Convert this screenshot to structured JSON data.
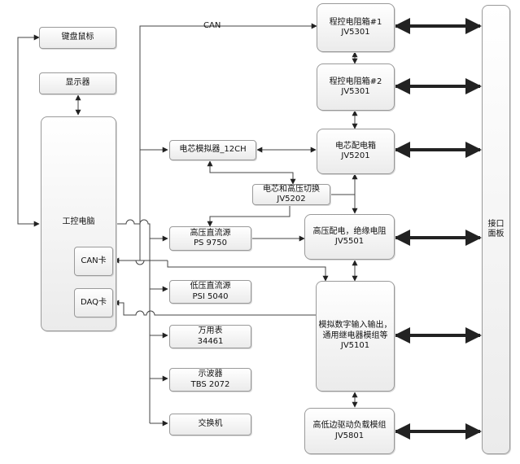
{
  "nodes": {
    "keyboard_mouse": {
      "line1": "键盘鼠标"
    },
    "display": {
      "line1": "显示器"
    },
    "ipc": {
      "line1": "工控电脑"
    },
    "can_card": {
      "line1": "CAN卡"
    },
    "daq_card": {
      "line1": "DAQ卡"
    },
    "resistor1": {
      "line1": "程控电阻箱#1",
      "line2": "JV5301"
    },
    "resistor2": {
      "line1": "程控电阻箱#2",
      "line2": "JV5301"
    },
    "cell_dist": {
      "line1": "电芯配电箱",
      "line2": "JV5201"
    },
    "cell_sim": {
      "line1": "电芯模拟器_12CH"
    },
    "cell_hv_switch": {
      "line1": "电芯和高压切换",
      "line2": "JV5202"
    },
    "hv_power": {
      "line1": "高压直流源",
      "line2": "PS 9750"
    },
    "hv_dist": {
      "line1": "高压配电，绝缘电阻",
      "line2": "JV5501"
    },
    "lv_power": {
      "line1": "低压直流源",
      "line2": "PSI 5040"
    },
    "multimeter": {
      "line1": "万用表",
      "line2": "34461"
    },
    "oscilloscope": {
      "line1": "示波器",
      "line2": "TBS 2072"
    },
    "switch": {
      "line1": "交换机"
    },
    "digital_io": {
      "line1": "模拟数字输入输出，",
      "line2": "通用继电器模组等",
      "line3": "JV5101"
    },
    "load_module": {
      "line1": "高低边驱动负载模组",
      "line2": "JV5801"
    },
    "interface_panel": {
      "line1": "接口",
      "line2": "面板"
    }
  },
  "labels": {
    "can_bus": "CAN"
  }
}
